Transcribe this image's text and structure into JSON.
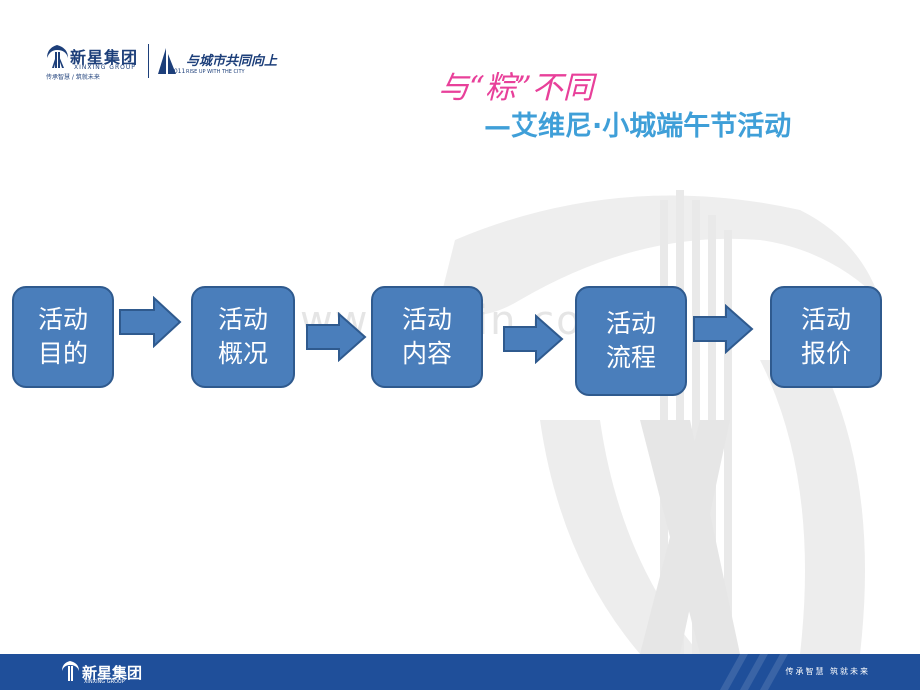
{
  "header": {
    "logo_cn": "新星集团",
    "logo_en": "XINXING GROUP",
    "logo_slogan": "传承智慧 / 筑就未来",
    "second_logo_cn": "与城市共同向上",
    "second_logo_year": "2011",
    "second_logo_en": "RISE UP WITH THE CITY"
  },
  "title": {
    "main": "与“粽”不同",
    "sub": "—艾维尼·小城端午节活动"
  },
  "watermark_url": "www.zixin.com.cn",
  "flow": [
    {
      "line1": "活动",
      "line2": "目的"
    },
    {
      "line1": "活动",
      "line2": "概况"
    },
    {
      "line1": "活动",
      "line2": "内容"
    },
    {
      "line1": "活动",
      "line2": "流程"
    },
    {
      "line1": "活动",
      "line2": "报价"
    }
  ],
  "footer": {
    "logo_cn": "新星集团",
    "logo_en": "XINXING GROUP",
    "slogan": "传承智慧  筑就未来"
  },
  "colors": {
    "box_fill": "#4a7ebb",
    "box_border": "#2f5a8e",
    "title_pink": "#e8409a",
    "subtitle_blue": "#3f9fd8",
    "footer_blue": "#1f4f9a"
  }
}
